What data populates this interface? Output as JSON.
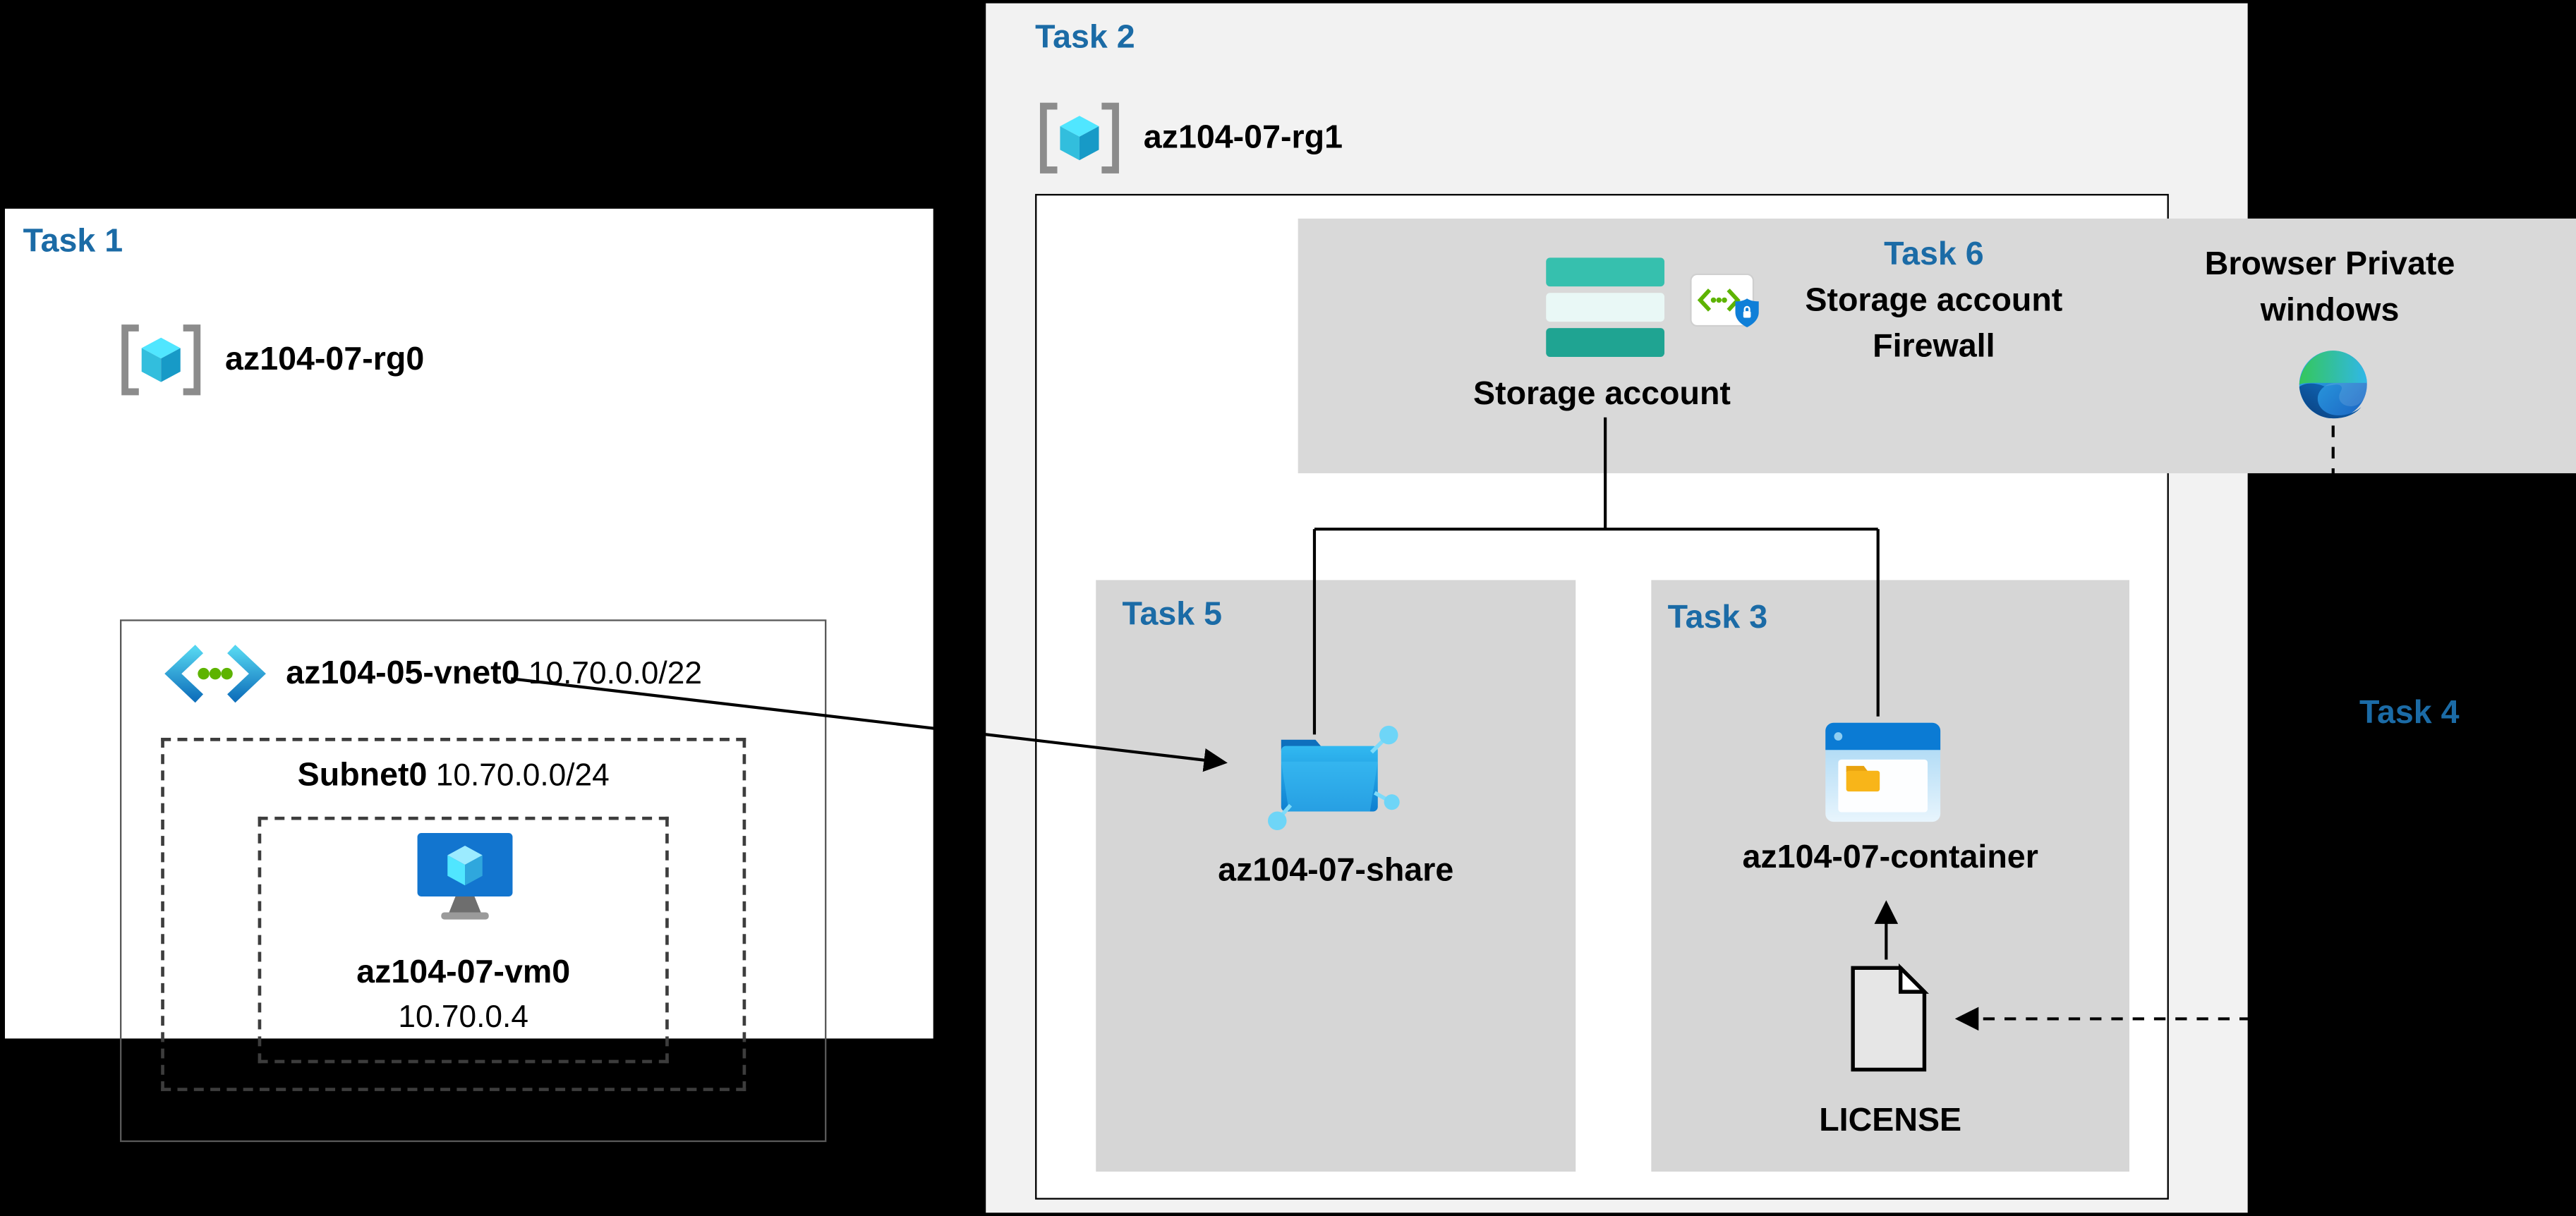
{
  "colors": {
    "background": "#000000",
    "task_heading_blue": "#1b6ba6",
    "panel_white": "#ffffff",
    "panel_light_gray": "#f2f2f2",
    "panel_gray": "#d9d9d9",
    "storage_teal": "#36c0ae",
    "azure_blue": "#1490df"
  },
  "task1": {
    "title": "Task 1",
    "resource_group": {
      "name": "az104-07-rg0"
    },
    "vnet": {
      "name": "az104-05-vnet0",
      "cidr": "10.70.0.0/22"
    },
    "subnet": {
      "name": "Subnet0",
      "cidr": "10.70.0.0/24"
    },
    "vm": {
      "name": "az104-07-vm0",
      "ip": "10.70.0.4"
    }
  },
  "task2": {
    "title": "Task 2",
    "resource_group": {
      "name": "az104-07-rg1"
    },
    "storage_account": {
      "label": "Storage account"
    },
    "task6": {
      "title": "Task 6",
      "line1": "Storage account",
      "line2": "Firewall"
    },
    "browser": {
      "line1": "Browser Private",
      "line2": "windows"
    },
    "task5": {
      "title": "Task 5",
      "share_name": "az104-07-share"
    },
    "task3": {
      "title": "Task 3",
      "container_name": "az104-07-container",
      "document_name": "LICENSE"
    },
    "task4": {
      "title": "Task 4"
    }
  }
}
